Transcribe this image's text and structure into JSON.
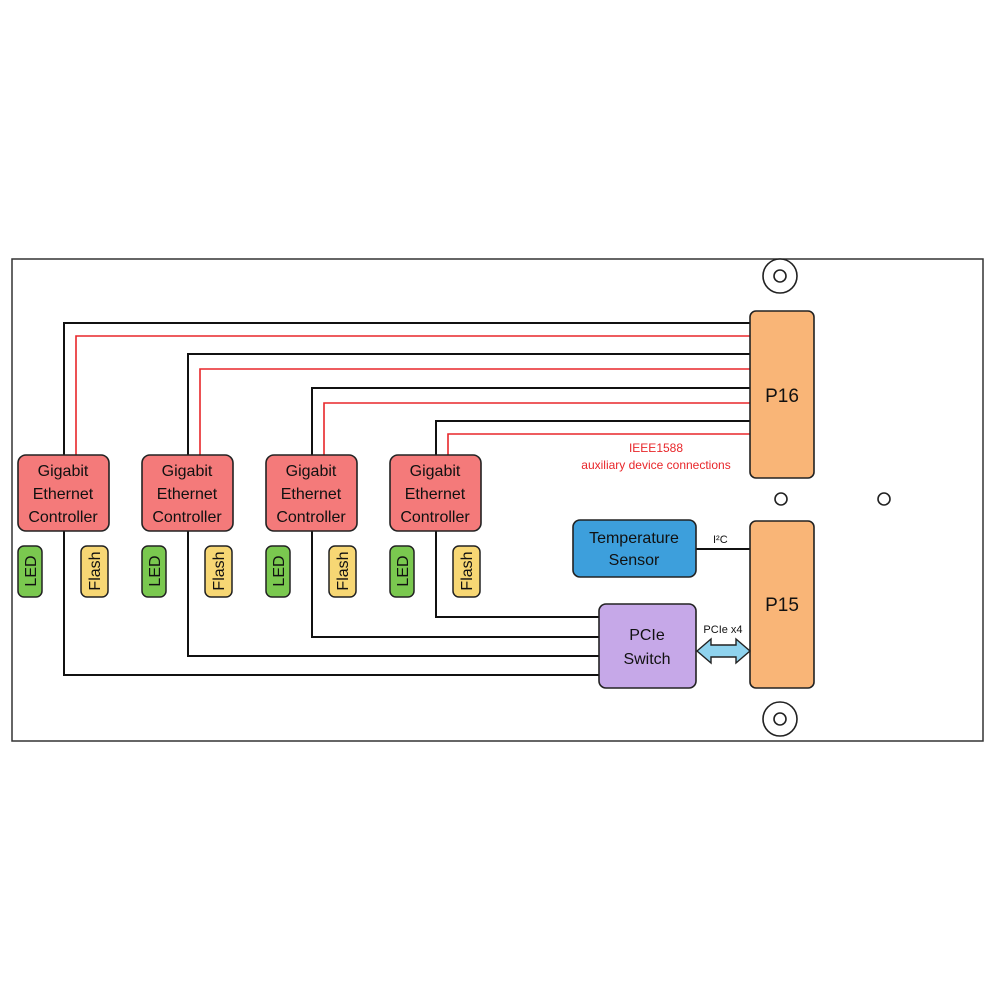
{
  "controllers": [
    {
      "line1": "Gigabit",
      "line2": "Ethernet",
      "line3": "Controller",
      "led": "LED",
      "flash": "Flash"
    },
    {
      "line1": "Gigabit",
      "line2": "Ethernet",
      "line3": "Controller",
      "led": "LED",
      "flash": "Flash"
    },
    {
      "line1": "Gigabit",
      "line2": "Ethernet",
      "line3": "Controller",
      "led": "LED",
      "flash": "Flash"
    },
    {
      "line1": "Gigabit",
      "line2": "Ethernet",
      "line3": "Controller",
      "led": "LED",
      "flash": "Flash"
    }
  ],
  "connectors": {
    "p16": "P16",
    "p15": "P15"
  },
  "ieee_label": {
    "line1": "IEEE1588",
    "line2": "auxiliary device connections"
  },
  "temperature_sensor": {
    "line1": "Temperature",
    "line2": "Sensor"
  },
  "i2c_label": "I²C",
  "pcie_switch": {
    "line1": "PCIe",
    "line2": "Switch"
  },
  "pcie_link_label": "PCIe x4",
  "colors": {
    "controller_fill": "#f47a7a",
    "connector_fill": "#f9b577",
    "sensor_fill": "#3d9fdc",
    "switch_fill": "#c6a8e8",
    "led_fill": "#7ac84f",
    "flash_fill": "#f7d774",
    "red_wire": "#e8262a",
    "arrow_fill": "#8fd3ee"
  }
}
